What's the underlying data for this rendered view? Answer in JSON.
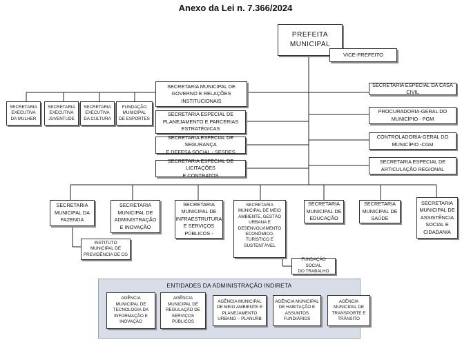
{
  "title": "Anexo da Lei n. 7.366/2024",
  "nodes": {
    "prefeito": "PREFEITA\nMUNICIPAL",
    "vice": "VICE-PREFEITO",
    "governo": "SECRETARIA MUNICIPAL DE\nGOVERNO E RELAÇÕES\nINSTITUCIONAIS",
    "planejamento": "SECRETARIA ESPECIAL DE\nPLANEJAMENTO E PARCERIAS\nESTRATÉGICAS",
    "seguranca": "SECRETARIA ESPECIAL DE SEGURANÇA\nE DEFESA SOCIAL - SESDES",
    "licitacoes": "SECRETARIA ESPECIAL DE LICITAÇÕES\nE CONTRATOS",
    "casa_civil": "SECRETARIA ESPECIAL DA CASA CIVIL",
    "pgm": "PROCURADORIA-GERAL DO\nMUNICÍPIO - PGM",
    "cgm": "CONTROLADORIA-GERAL DO\nMUNICÍPIO -CGM",
    "articulacao": "SECRETARIA ESPECIAL DE\nARTICULAÇÃO REGIONAL",
    "mulher": "SECRETARIA\nEXECUTIVA\nDA MULHER",
    "juventude": "SECRETARIA\nEXECUTIVA\nJUVENTUDE",
    "cultura": "SECRETARIA\nEXECUTIVA\nDA CULTURA",
    "esportes": "FUNDAÇÃO\nMUNICIPAL\nDE ESPORTES",
    "fazenda": "SECRETARIA\nMUNICIPAL DA\nFAZENDA",
    "administracao": "SECRETARIA\nMUNICIPAL DE\nADMINISTRAÇÃO\nE INOVAÇÃO",
    "infraestrutura": "SECRETARIA\nMUNICIPAL DE\nINFRAESTRUTURA\nE SERVIÇOS\nPÚBLICOS -",
    "meio_ambiente": "SECRETARIA\nMUNICIPAL DE MEIO\nAMBIENTE, GESTÃO\nURBANA E\nDESENVOLVIMENTO\nECONÔMICO,\nTURÍSTICO E\nSUSTENTÁVEL",
    "educacao": "SECRETARIA\nMUNICIPAL DE\nEDUCAÇÃO",
    "saude": "SECRETARIA\nMUNICIPAL DE\nSAÚDE",
    "assistencia": "SECRETARIA\nMUNICIPAL DE\nASSISTÊNCIA\nSOCIAL E\nCIDADANIA",
    "previdencia": "INSTITUTO\nMUNICIPAL DE\nPREVIDÊNCIA DE CG",
    "trabalho": "FUNDAÇÃO SOCIAL\nDO TRABALHO"
  },
  "indirect": {
    "title": "ENTIDADES DA ADMINISTRAÇÃO INDIRETA",
    "agencies": [
      "AGÊNCIA\nMUNICIPAL DE\nTECNOLOGIA DA\nINFORMAÇÃO E\nINOVAÇÃO",
      "AGÊNCIA\nMUNICIPAL DE\nREGULAÇÃO DE\nSERVIÇOS\nPÚBLICOS",
      "AGÊNCIA MUNICIPAL\nDE MEIO AMBIENTE E\nPLANEJAMENTO\nURBANO – PLANURB",
      "AGÊNCIA MUNICIPAL\nDE HABITAÇÃO E\nASSUNTOS\nFUNDIÁRIOS",
      "AGÊNCIA\nMUNICIPAL DE\nTRANSPORTE E\nTRÂNSITO"
    ]
  }
}
